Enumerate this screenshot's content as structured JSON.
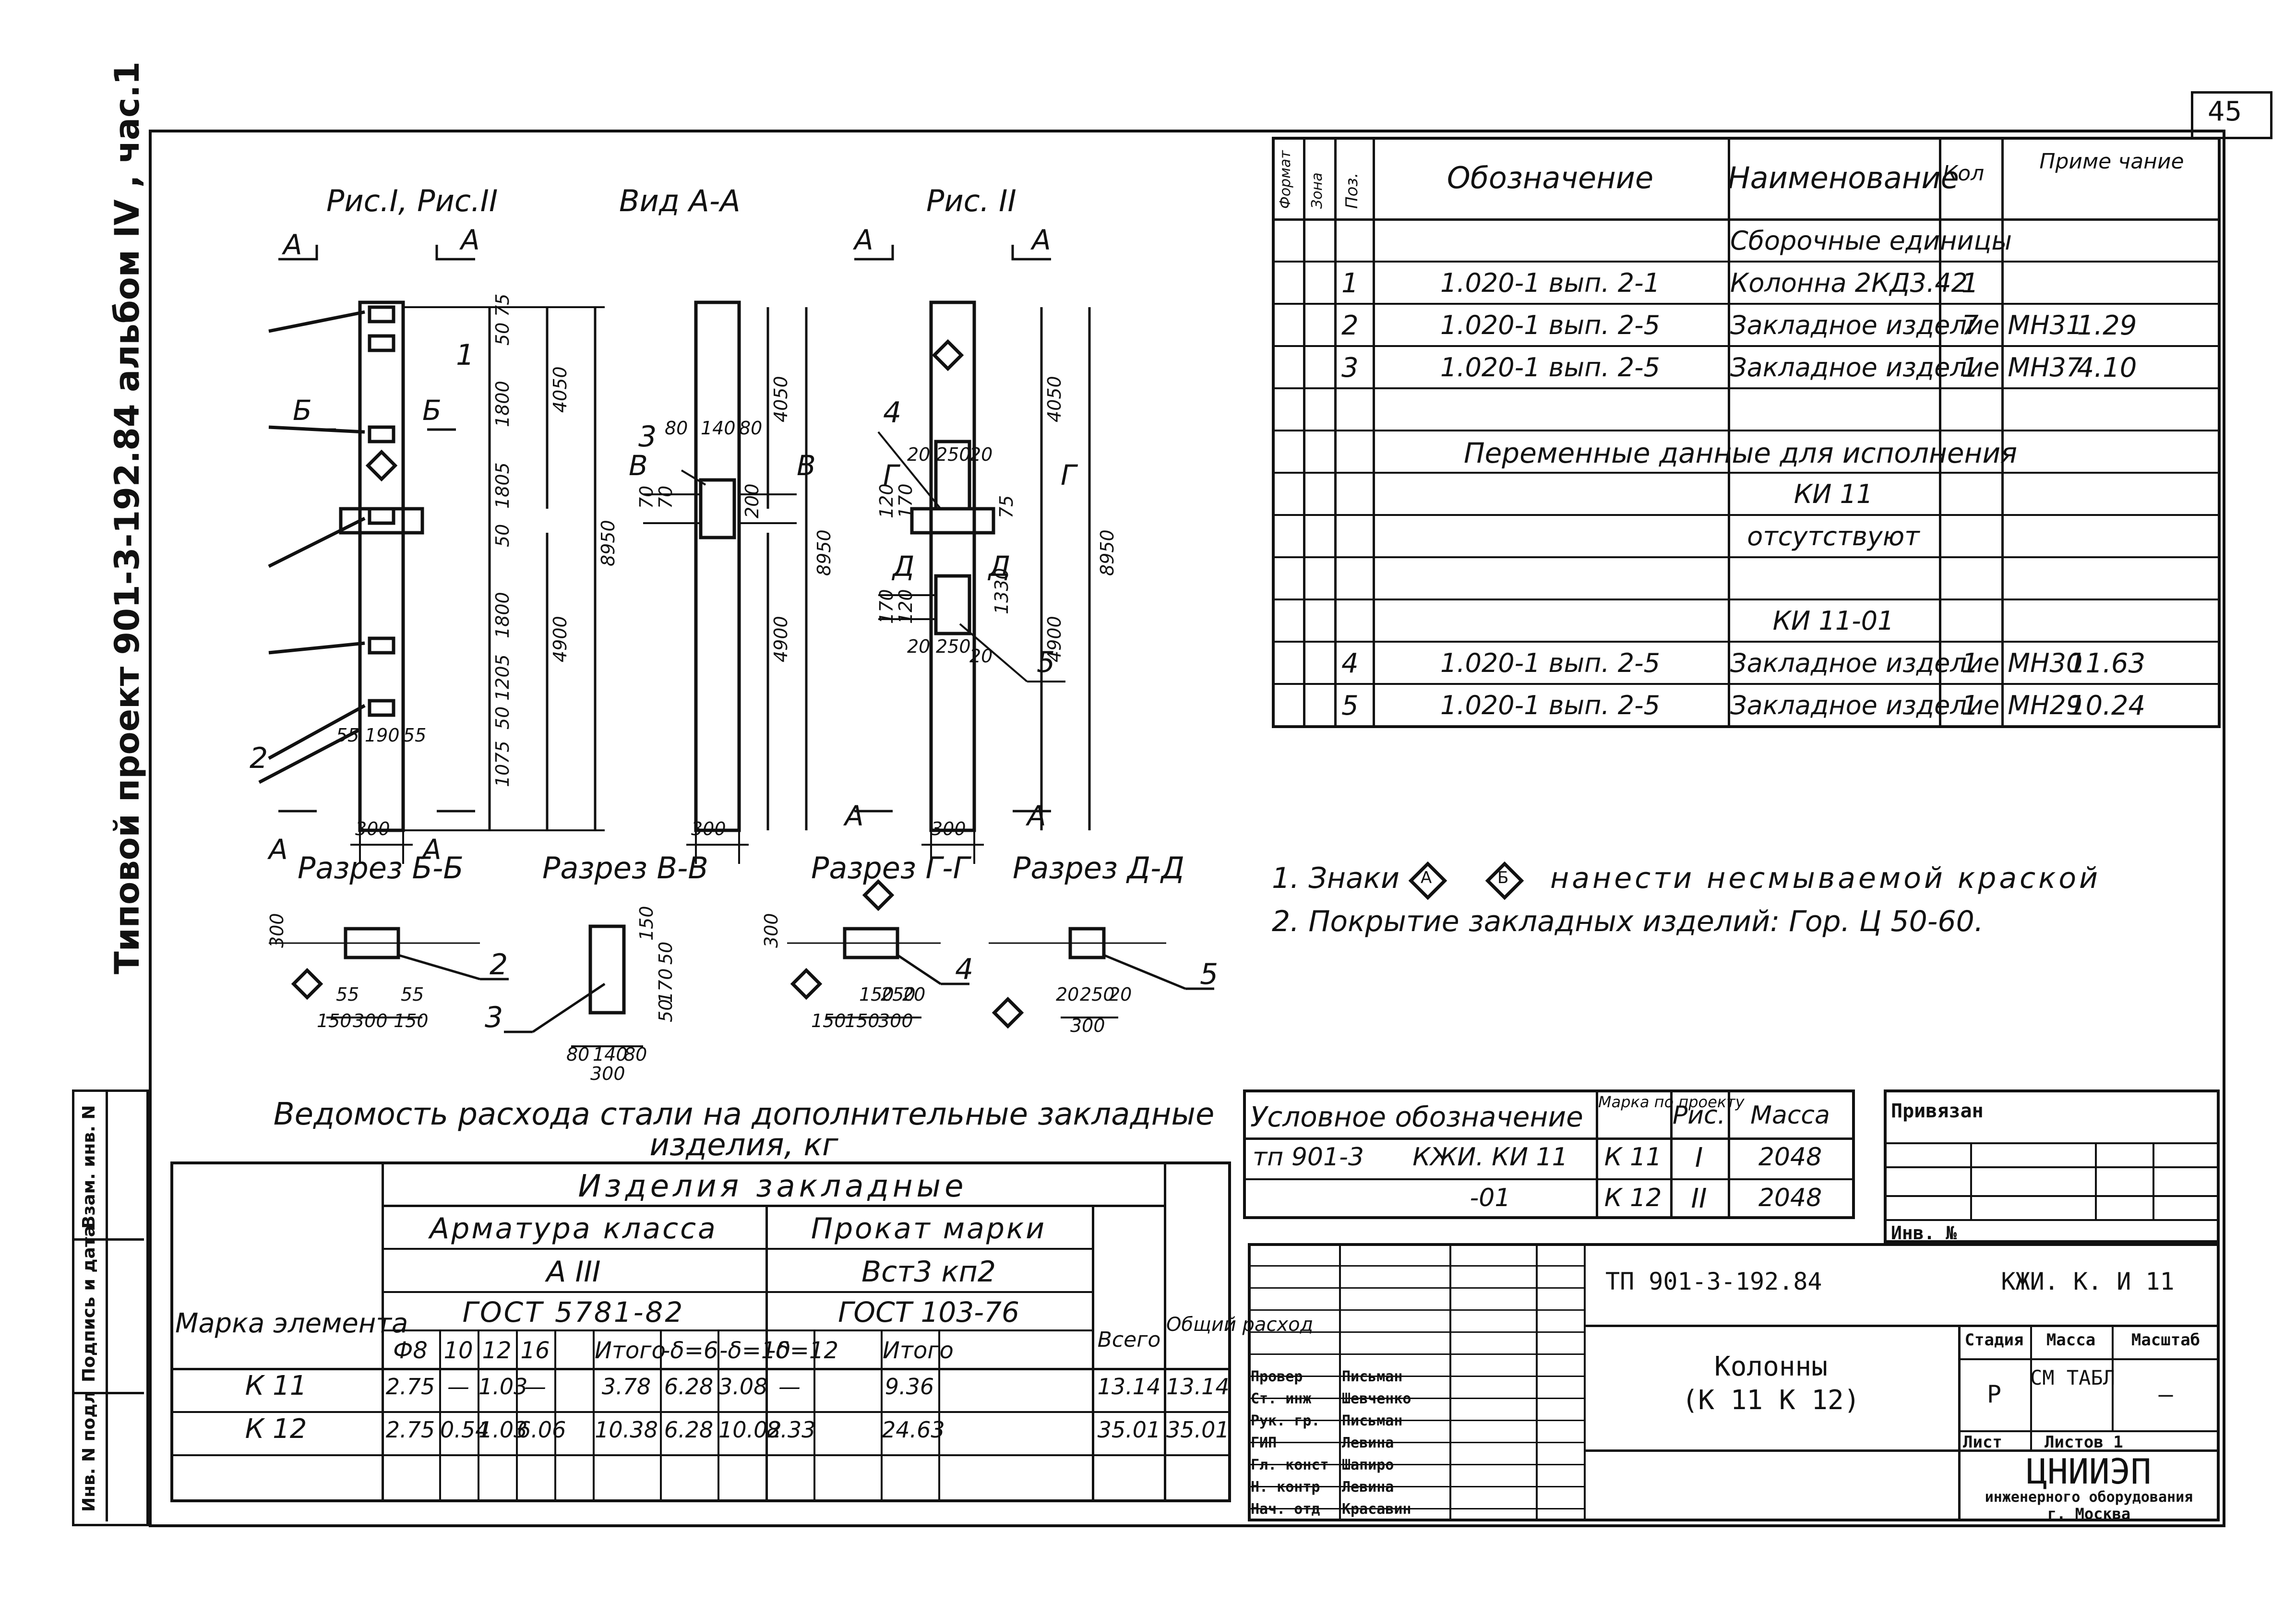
{
  "sheet_number": "45",
  "side_header": {
    "title": "Типовой   проект   901-3-192.84   альбом  IV ,  час.1"
  },
  "left_column_labels": [
    "Инв. N подл",
    "Подпись и дата",
    "Взам. инв. N"
  ],
  "drawings": {
    "fig_1_2": "Рис.I, Рис.II",
    "view_aa": "Вид А-А",
    "fig_3": "Рис. II",
    "section_bb": "Разрез Б-Б",
    "section_vv": "Разрез В-В",
    "section_gg": "Разрез Г-Г",
    "section_dd": "Разрез Д-Д",
    "dims_main": [
      "75",
      "50",
      "1800",
      "1805",
      "50",
      "1800",
      "1205",
      "50",
      "1075",
      "4050",
      "4900",
      "8950",
      "300",
      "55",
      "190",
      "55"
    ],
    "dims_view": [
      "80",
      "140",
      "80",
      "70",
      "70",
      "4050",
      "8950",
      "200",
      "4900",
      "300"
    ],
    "dims_fig3": [
      "20",
      "250",
      "20",
      "75",
      "1330",
      "120",
      "170",
      "170",
      "120",
      "20",
      "250",
      "20",
      "4050",
      "8950",
      "4900",
      "300"
    ],
    "dims_sections": [
      "300",
      "150",
      "300",
      "150",
      "55",
      "55",
      "80",
      "140",
      "80",
      "300",
      "150",
      "50",
      "170",
      "50",
      "300",
      "150",
      "150",
      "300",
      "150",
      "250",
      "20",
      "20",
      "250",
      "20",
      "300"
    ],
    "letters": [
      "А",
      "А",
      "Б",
      "Б",
      "В",
      "В",
      "Г",
      "Г",
      "Д",
      "Д",
      "А",
      "А",
      "А",
      "А",
      "А",
      "А"
    ],
    "callouts": [
      "1",
      "2",
      "3",
      "4",
      "5",
      "2",
      "3",
      "4",
      "5"
    ]
  },
  "spec_table": {
    "headers": [
      "Формат",
      "Зона",
      "Поз.",
      "Обозначение",
      "Наименование",
      "Кол",
      "Приме чание"
    ],
    "rows": [
      {
        "pos": "",
        "code": "",
        "name": "Сборочные единицы",
        "qty": "",
        "note": ""
      },
      {
        "pos": "1",
        "code": "1.020-1  вып. 2-1",
        "name": "Колонна 2КД3.42",
        "qty": "1",
        "note": ""
      },
      {
        "pos": "2",
        "code": "1.020-1  вып. 2-5",
        "name": "Закладное изделие МН31",
        "qty": "7",
        "note": "1.29"
      },
      {
        "pos": "3",
        "code": "1.020-1  вып. 2-5",
        "name": "Закладное изделие МН37",
        "qty": "1",
        "note": "4.10"
      },
      {
        "pos": "",
        "code": "",
        "name": "",
        "qty": "",
        "note": ""
      },
      {
        "pos": "",
        "code": "Переменные данные для исполнения",
        "name": "",
        "qty": "",
        "note": ""
      },
      {
        "pos": "",
        "code": "",
        "name": "КИ 11",
        "qty": "",
        "note": ""
      },
      {
        "pos": "",
        "code": "",
        "name": "отсутствуют",
        "qty": "",
        "note": ""
      },
      {
        "pos": "",
        "code": "",
        "name": "",
        "qty": "",
        "note": ""
      },
      {
        "pos": "",
        "code": "",
        "name": "КИ 11-01",
        "qty": "",
        "note": ""
      },
      {
        "pos": "4",
        "code": "1.020-1  вып. 2-5",
        "name": "Закладное изделие МН30",
        "qty": "1",
        "note": "11.63"
      },
      {
        "pos": "5",
        "code": "1.020-1  вып. 2-5",
        "name": "Закладное изделие МН29",
        "qty": "1",
        "note": "10.24"
      }
    ]
  },
  "notes": {
    "line1_a": "1. Знаки",
    "line1_sym1": "А",
    "line1_sym2": "Б",
    "line1_b": "нанести несмываемой краской",
    "line2": "2. Покрытие  закладных  изделий:  Гор. Ц 50-60."
  },
  "steel_table": {
    "title": "Ведомость  расхода  стали  на  дополнительные  закладные  изделия, кг",
    "group": "Изделия  закладные",
    "col_mark": "Марка элемента",
    "armatura": "Арматура  класса",
    "armatura_class": "А III",
    "armatura_gost": "ГОСТ  5781-82",
    "prokat": "Прокат  марки",
    "prokat_mark": "Вст3 кп2",
    "prokat_gost": "ГОСТ 103-76",
    "total": "Всего",
    "overall": "Общий расход",
    "sub_headers": [
      "Ф8",
      "10",
      "12",
      "16",
      "",
      "Итого",
      "-δ=6",
      "-δ=10",
      "-δ=12",
      "",
      "Итого"
    ],
    "rows": [
      {
        "mark": "К 11",
        "values": [
          "2.75",
          "—",
          "1.03",
          "—",
          "",
          "3.78",
          "6.28",
          "3.08",
          "—",
          "",
          "9.36"
        ],
        "total": "13.14",
        "overall": "13.14"
      },
      {
        "mark": "К 12",
        "values": [
          "2.75",
          "0.54",
          "1.03",
          "6.06",
          "",
          "10.38",
          "6.28",
          "10.02",
          "8.33",
          "",
          "24.63"
        ],
        "total": "35.01",
        "overall": "35.01"
      }
    ]
  },
  "cond_table": {
    "headers": [
      "Условное  обозначение",
      "Марка по проекту",
      "Рис.",
      "Масса"
    ],
    "rows": [
      {
        "a": "тп 901-3",
        "b": "КЖИ. КИ 11",
        "mark": "К 11",
        "fig": "I",
        "mass": "2048"
      },
      {
        "a": "",
        "b": "-01",
        "mark": "К 12",
        "fig": "II",
        "mass": "2048"
      }
    ]
  },
  "privyazan": {
    "label": "Привязан",
    "inv": "Инв. №"
  },
  "title_block": {
    "code": "ТП 901-3-192.84",
    "mark": "КЖИ.  К. И 11",
    "name_1": "Колонны",
    "name_2": "(К 11   К 12)",
    "stage_label": "Стадия",
    "mass_label": "Масса",
    "scale_label": "Масштаб",
    "stage": "Р",
    "mass": "СМ ТАБЛ",
    "scale": "—",
    "sheet_label": "Лист",
    "sheets_label": "Листов 1",
    "org_1": "ЦНИИЭП",
    "org_2": "инженерного оборудования",
    "org_3": "г. Москва",
    "signatures": [
      {
        "role": "Провер",
        "name": "Письман"
      },
      {
        "role": "Ст. инж",
        "name": "Шевченко"
      },
      {
        "role": "Рук. гр.",
        "name": "Письман"
      },
      {
        "role": "ГИП",
        "name": "Левина"
      },
      {
        "role": "Гл. конст",
        "name": "Шапиро"
      },
      {
        "role": "Н. контр",
        "name": "Левина"
      },
      {
        "role": "Нач. отд",
        "name": "Красавин"
      }
    ]
  }
}
